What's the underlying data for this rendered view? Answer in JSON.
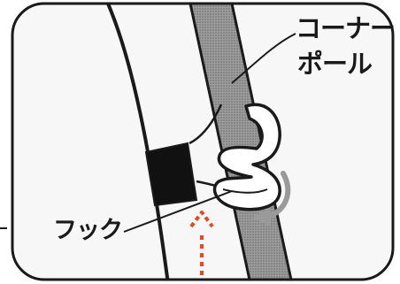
{
  "labels": {
    "corner_pole_line1": "コーナー",
    "corner_pole_line2": "ポール",
    "hook": "フック"
  },
  "colors": {
    "outline": "#1a1a1a",
    "pole_fill": "#8f8f8f",
    "arrow_gray": "#9a9a9a",
    "arrow_red": "#e8481e",
    "clip_fill": "#111111"
  }
}
